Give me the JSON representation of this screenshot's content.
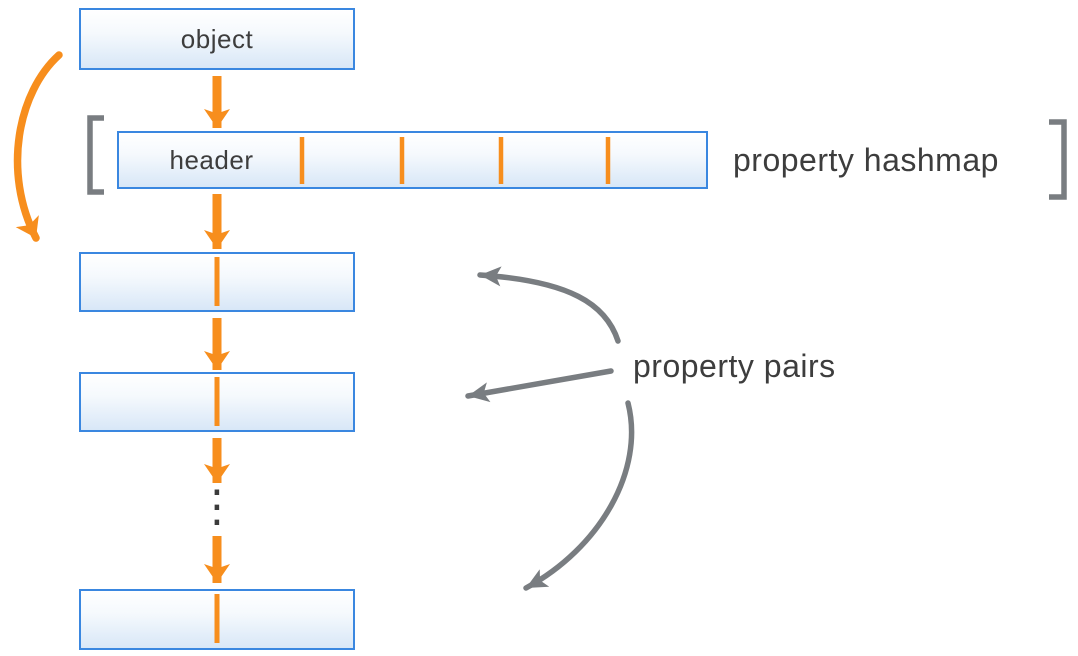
{
  "diagram": {
    "object": {
      "label": "object"
    },
    "hashmap": {
      "header_label": "header",
      "annotation": "property hashmap",
      "empty_slots": 4
    },
    "pairs": {
      "annotation": "property pairs",
      "visible_boxes": 3,
      "ellipsis": "⋮"
    }
  },
  "colors": {
    "accent_orange": "#f78e1d",
    "box_border_blue": "#3a87e0",
    "box_fill_top": "#ffffff",
    "box_fill_bottom": "#d8e7f7",
    "arrow_gray": "#797d81",
    "text_dark": "#3d3d3d"
  }
}
